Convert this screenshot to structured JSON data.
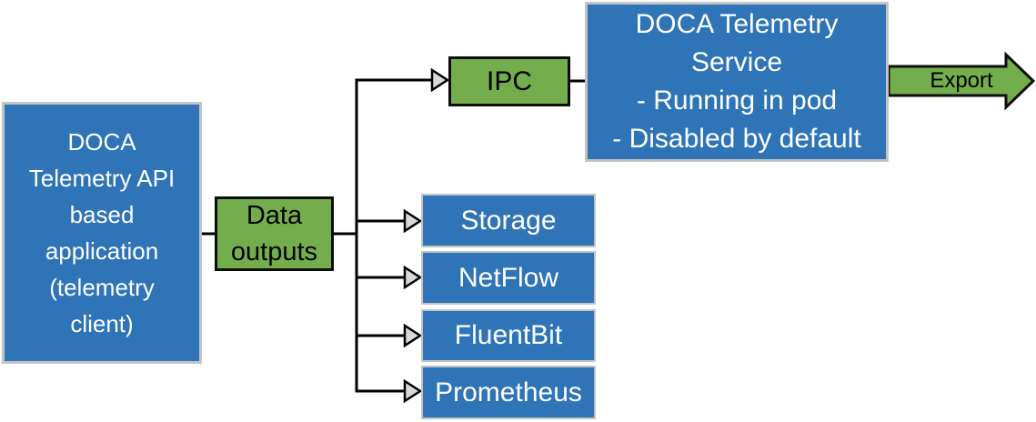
{
  "diagram": {
    "nodes": {
      "client": {
        "label": "DOCA\nTelemetry API\nbased\napplication\n(telemetry\nclient)"
      },
      "data_outputs": {
        "label": "Data\noutputs"
      },
      "ipc": {
        "label": "IPC"
      },
      "service": {
        "label": "DOCA Telemetry\nService\n- Running in pod\n- Disabled by default"
      },
      "sinks": [
        {
          "label": "Storage"
        },
        {
          "label": "NetFlow"
        },
        {
          "label": "FluentBit"
        },
        {
          "label": "Prometheus"
        }
      ],
      "export_arrow": {
        "label": "Export"
      }
    },
    "connections": [
      {
        "from": "client",
        "to": "data_outputs",
        "arrowhead": false
      },
      {
        "from": "data_outputs",
        "to": "ipc",
        "arrowhead": true
      },
      {
        "from": "ipc",
        "to": "service",
        "arrowhead": false
      },
      {
        "from": "data_outputs",
        "to": "storage",
        "arrowhead": true
      },
      {
        "from": "data_outputs",
        "to": "netflow",
        "arrowhead": true
      },
      {
        "from": "data_outputs",
        "to": "fluentbit",
        "arrowhead": true
      },
      {
        "from": "data_outputs",
        "to": "prometheus",
        "arrowhead": true
      },
      {
        "from": "service",
        "to": "export",
        "type": "block-arrow"
      }
    ],
    "colors": {
      "node_blue": "#2E74B6",
      "node_green": "#74AE4C",
      "blue_border": "#C3C3C3",
      "green_border": "#0d0d0d",
      "line": "#000000",
      "arrowhead_fill": "#D9D9D9",
      "text_on_blue": "#FFFFFF",
      "text_on_green": "#000000"
    }
  }
}
